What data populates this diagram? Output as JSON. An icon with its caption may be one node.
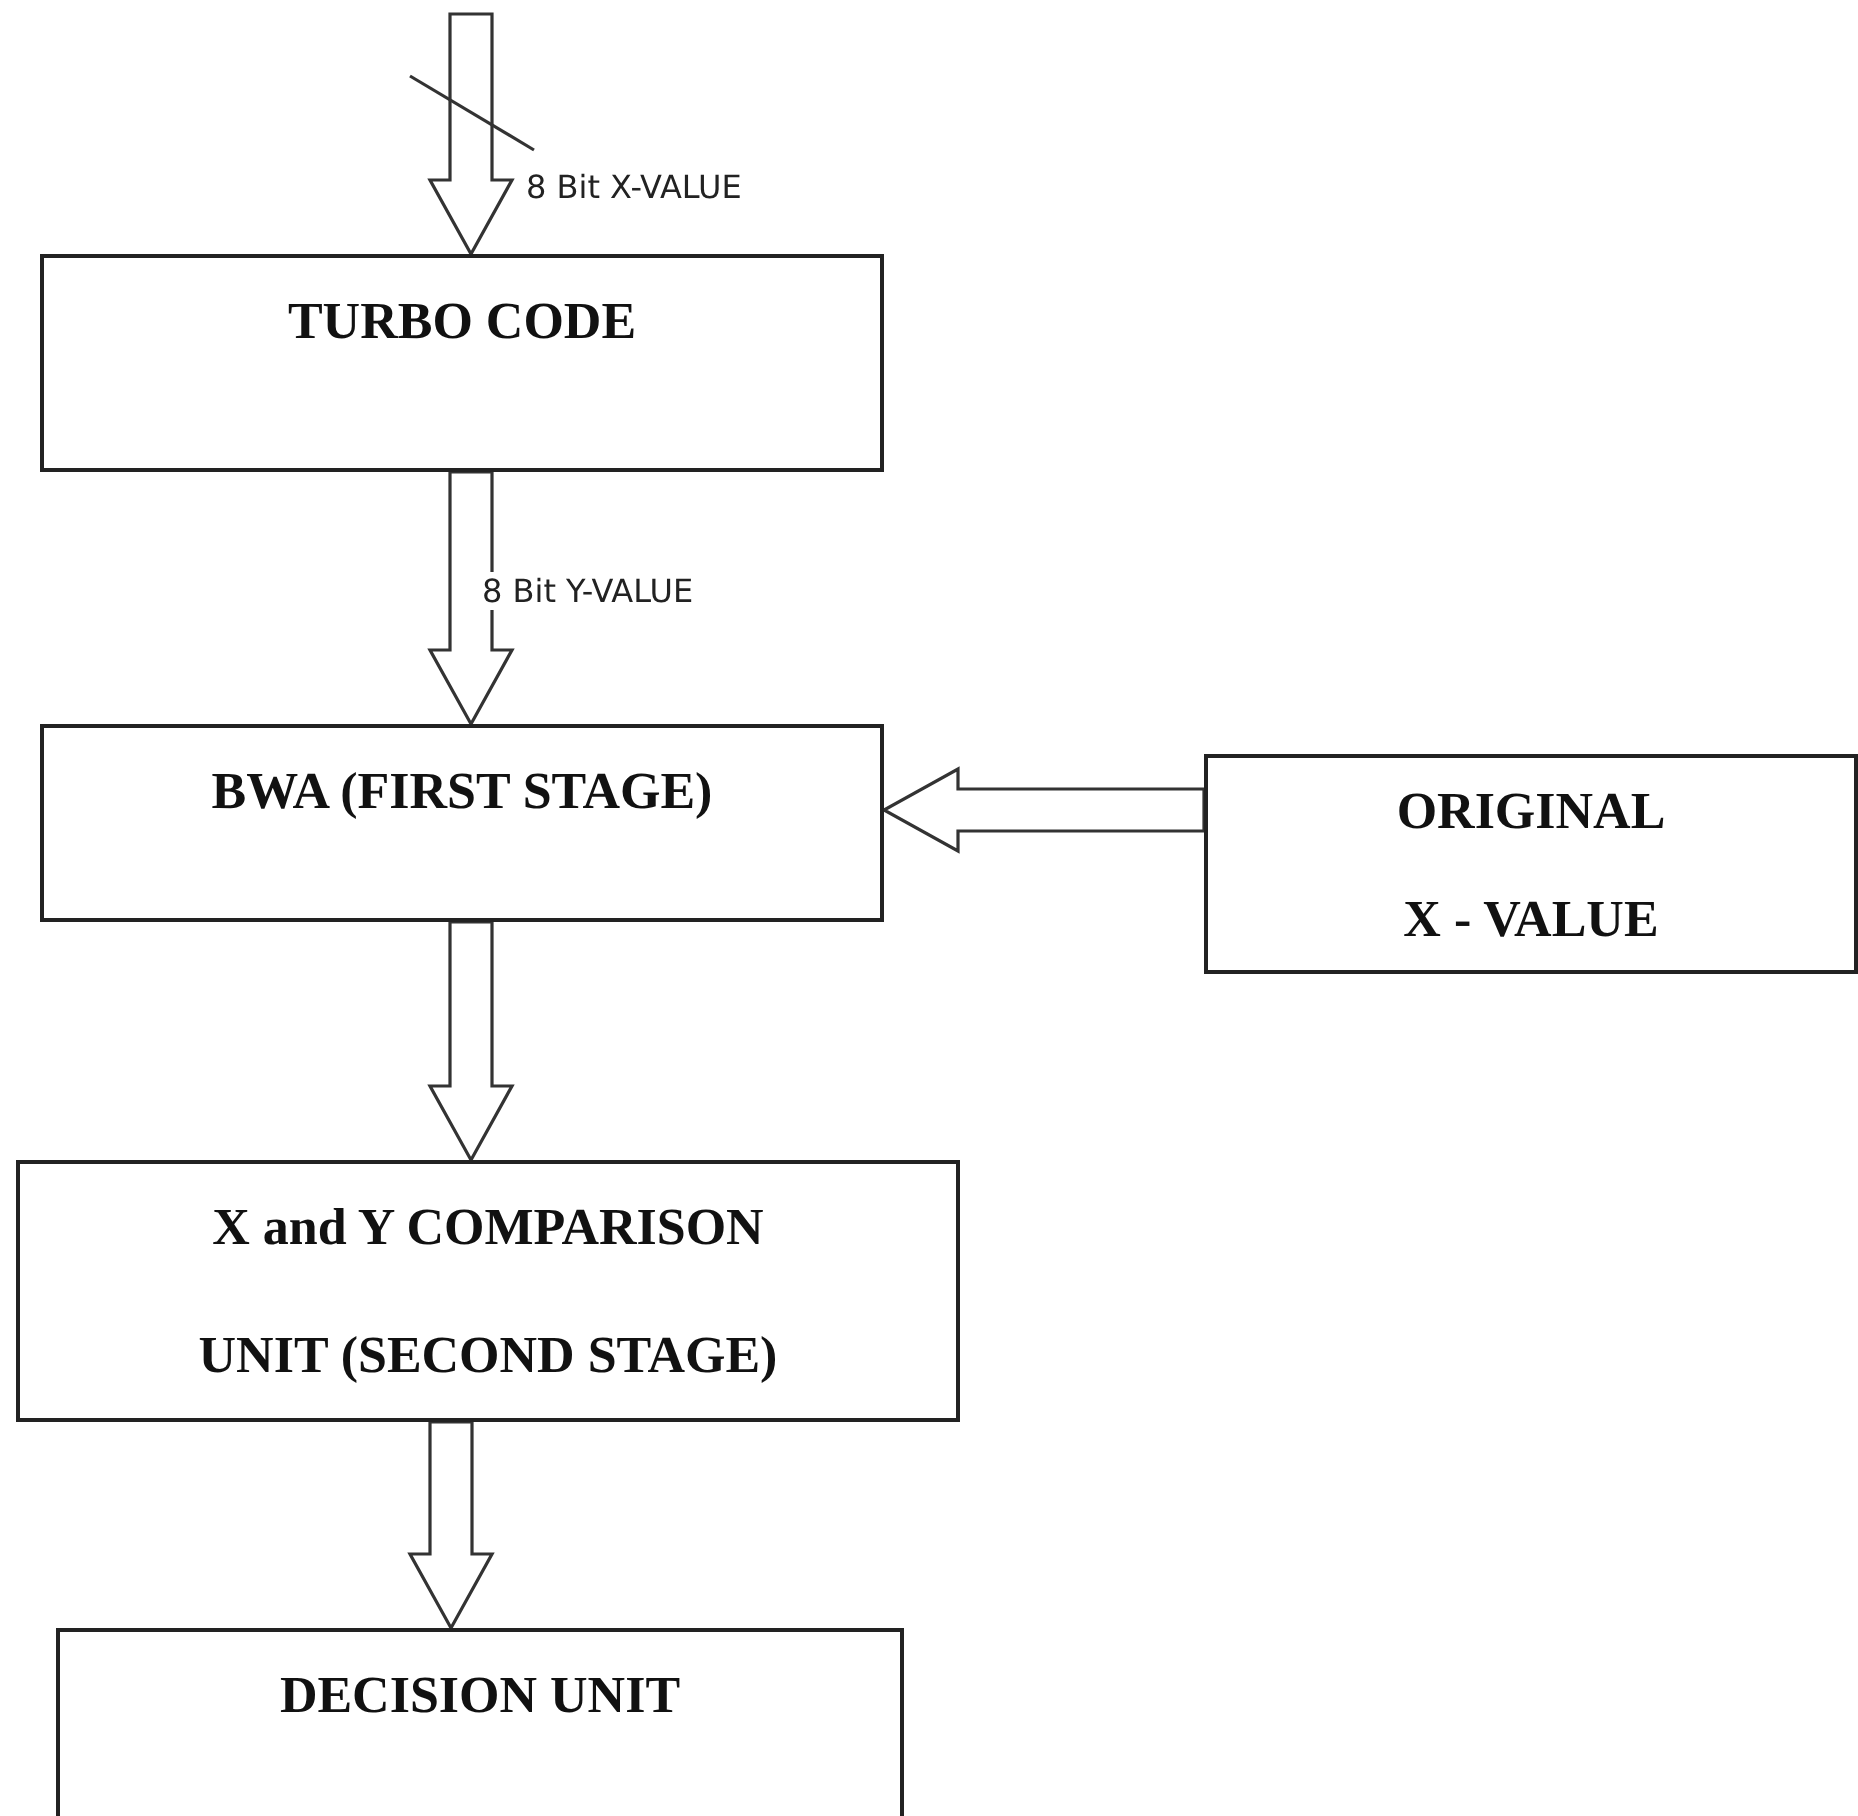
{
  "diagram": {
    "nodes": [
      {
        "text": [
          "TURBO CODE"
        ]
      },
      {
        "text": [
          "BWA (FIRST STAGE)"
        ]
      },
      {
        "text": [
          "ORIGINAL X - VALUE"
        ]
      },
      {
        "text": [
          "X and Y COMPARISON UNIT (SECOND STAGE)"
        ]
      },
      {
        "text": [
          "DECISION UNIT"
        ]
      }
    ],
    "edges": [
      {
        "from": null,
        "to": 0,
        "arrow": "to",
        "label": "8 Bit X-VALUE"
      },
      {
        "from": 0,
        "to": 1,
        "arrow": "to",
        "label": "8 Bit Y-VALUE"
      },
      {
        "from": 2,
        "to": 1,
        "arrow": "to"
      },
      {
        "from": 1,
        "to": 3,
        "arrow": "to"
      },
      {
        "from": 3,
        "to": 4,
        "arrow": "to"
      }
    ]
  }
}
